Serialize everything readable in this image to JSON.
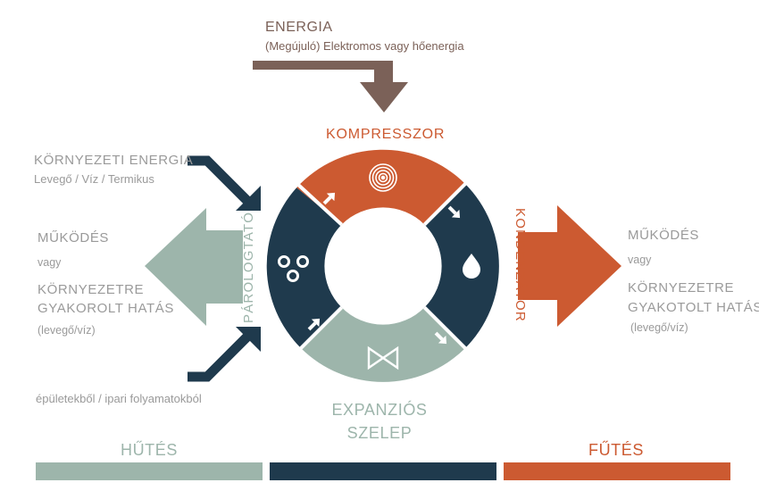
{
  "energy": {
    "title": "ENERGIA",
    "subtitle": "(Megújuló) Elektromos vagy hőenergia"
  },
  "compressor_label": "KOMPRESSZOR",
  "condenser_label": "KONDENZÁTOR",
  "evaporator_label": "PÁROLOGTATÓ",
  "expansion_label_line1": "EXPANZIÓS",
  "expansion_label_line2": "SZELEP",
  "left": {
    "env_energy_title": "KÖRNYEZETI ENERGIA",
    "env_energy_sub": "Levegő / Víz / Termikus",
    "operation": "MŰKÖDÉS",
    "or": "vagy",
    "impact_line1": "KÖRNYEZETRE",
    "impact_line2": "GYAKOROLT HATÁS",
    "impact_sub": "(levegő/víz)",
    "source_note": "épületekből / ipari folyamatokból"
  },
  "right": {
    "operation": "MŰKÖDÉS",
    "or": "vagy",
    "impact_line1": "KÖRNYEZETRE",
    "impact_line2": "GYAKOTOLT HATÁS",
    "impact_sub": "(levegő/víz)"
  },
  "bottom": {
    "cooling": "HŰTÉS",
    "heating": "FŰTÉS"
  },
  "colors": {
    "brown": "#7b6158",
    "orange": "#cc5a31",
    "navy": "#1f3a4d",
    "sage": "#9db5ab",
    "grey_text": "#9a9a9a"
  },
  "icons": {
    "compressor": "concentric-circles-icon",
    "condenser": "droplet-icon",
    "evaporator": "three-bubbles-icon",
    "expansion_valve": "bowtie-valve-icon"
  }
}
